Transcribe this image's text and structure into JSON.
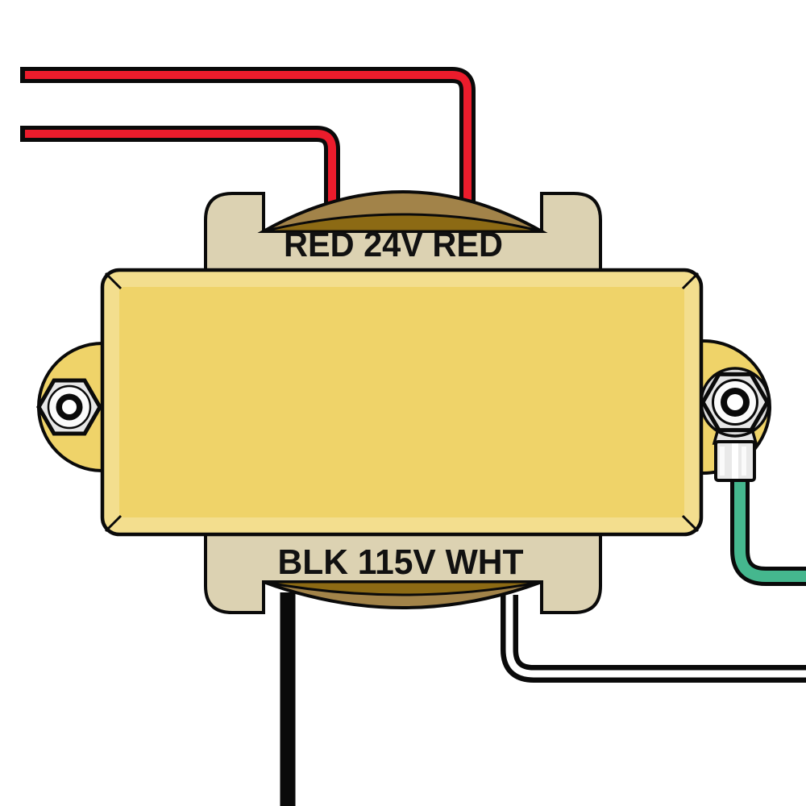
{
  "diagram": {
    "type": "transformer-wiring-diagram",
    "secondary_label": "RED 24V RED",
    "primary_label": "BLK 115V WHT"
  },
  "colors": {
    "wire_red": "#EC1C2C",
    "wire_green": "#45B78E",
    "wire_white": "#FFFFFF",
    "wire_black": "#0A0A0A",
    "body_face": "#EFD369",
    "body_bevel": "#F3DE8E",
    "bracket": "#DCD2B2",
    "coil_light": "#A28349",
    "coil_dark": "#8C6A14",
    "metal": "#E6E6E6",
    "metal_light": "#FBFBFB",
    "ring_plate": "#DBDBDB",
    "outline": "#0A0A0A",
    "label_text": "#111111"
  }
}
